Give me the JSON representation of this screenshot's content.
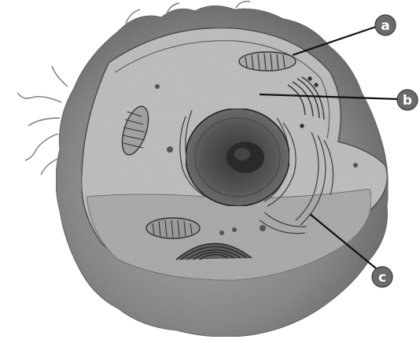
{
  "diagram": {
    "subject": "animal-cell-cross-section",
    "style": "grayscale-stippled-illustration",
    "colors": {
      "background": "#ffffff",
      "cell_surface": "#9a9a9a",
      "cut_face": "#c2c2c2",
      "nucleus": "#555555",
      "nucleolus": "#2e2e2e",
      "callout_badge": "#6b6b6b",
      "callout_text": "#ffffff",
      "leader_line": "#111111"
    },
    "callouts": [
      {
        "id": "a",
        "label": "a"
      },
      {
        "id": "b",
        "label": "b"
      },
      {
        "id": "c",
        "label": "c"
      }
    ]
  }
}
